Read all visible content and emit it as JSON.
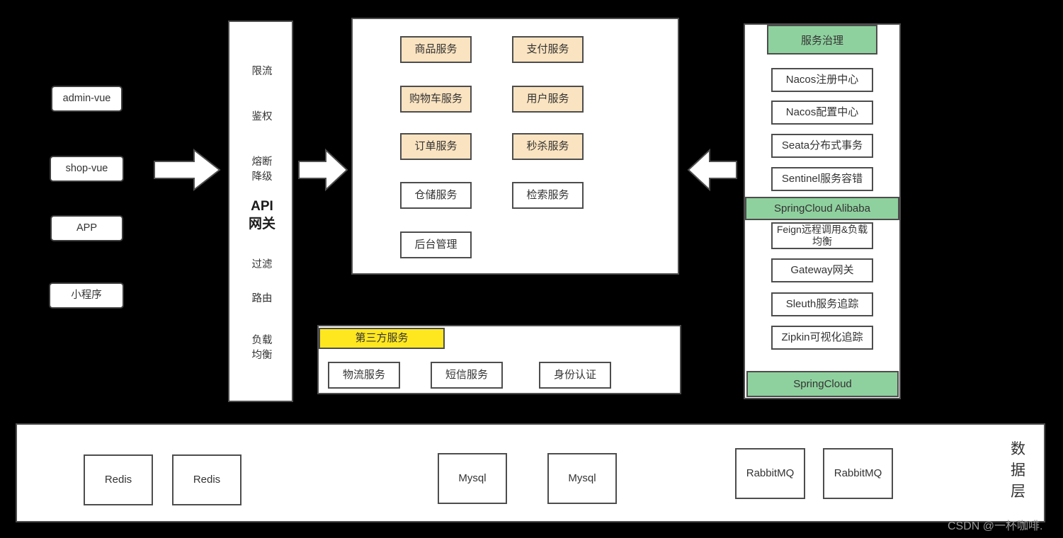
{
  "diagram": {
    "title": "Microservice E-commerce Architecture",
    "watermark": "CSDN @一杯咖啡.",
    "colors": {
      "background": "#000000",
      "panel": "#ffffff",
      "border": "#4d4d4d",
      "service_accent": "#fae3c0",
      "framework_accent": "#8fd19e",
      "thirdparty_accent": "#ffe720",
      "text": "#333333",
      "watermark": "#9a9a9a"
    }
  },
  "clients": {
    "items": [
      {
        "label": "admin-vue"
      },
      {
        "label": "shop-vue"
      },
      {
        "label": "APP"
      },
      {
        "label": "小程序"
      }
    ]
  },
  "arrows": [
    {
      "name": "arrow-clients-to-gateway",
      "direction": "right"
    },
    {
      "name": "arrow-gateway-to-services",
      "direction": "right"
    },
    {
      "name": "arrow-framework-to-services",
      "direction": "left"
    }
  ],
  "gateway": {
    "items": [
      {
        "label": "限流",
        "emphasis": false
      },
      {
        "label": "鉴权",
        "emphasis": false
      },
      {
        "label": "熔断\n降级",
        "emphasis": false
      },
      {
        "label": "API\n网关",
        "emphasis": true
      },
      {
        "label": "过滤",
        "emphasis": false
      },
      {
        "label": "路由",
        "emphasis": false
      },
      {
        "label": "负载\n均衡",
        "emphasis": false
      }
    ]
  },
  "microservices": {
    "items": [
      {
        "label": "商品服务",
        "highlighted": true
      },
      {
        "label": "支付服务",
        "highlighted": true
      },
      {
        "label": "购物车服务",
        "highlighted": true
      },
      {
        "label": "用户服务",
        "highlighted": true
      },
      {
        "label": "订单服务",
        "highlighted": true
      },
      {
        "label": "秒杀服务",
        "highlighted": true
      },
      {
        "label": "仓储服务",
        "highlighted": false
      },
      {
        "label": "检索服务",
        "highlighted": false
      },
      {
        "label": "后台管理",
        "highlighted": false
      }
    ]
  },
  "thirdparty": {
    "header": "第三方服务",
    "items": [
      {
        "label": "物流服务"
      },
      {
        "label": "短信服务"
      },
      {
        "label": "身份认证"
      }
    ]
  },
  "framework": {
    "header": "服务治理",
    "alibaba_band": "SpringCloud Alibaba",
    "springcloud_band": "SpringCloud",
    "alibaba_items": [
      {
        "label": "Nacos注册中心"
      },
      {
        "label": "Nacos配置中心"
      },
      {
        "label": "Seata分布式事务"
      },
      {
        "label": "Sentinel服务容错"
      }
    ],
    "springcloud_items": [
      {
        "label": "Feign远程调用&负载均衡"
      },
      {
        "label": "Gateway网关"
      },
      {
        "label": "Sleuth服务追踪"
      },
      {
        "label": "Zipkin可视化追踪"
      }
    ]
  },
  "datalayer": {
    "label": "数据层",
    "items": [
      {
        "label": "Redis"
      },
      {
        "label": "Redis"
      },
      {
        "label": "Mysql"
      },
      {
        "label": "Mysql"
      },
      {
        "label": "RabbitMQ"
      },
      {
        "label": "RabbitMQ"
      }
    ]
  }
}
